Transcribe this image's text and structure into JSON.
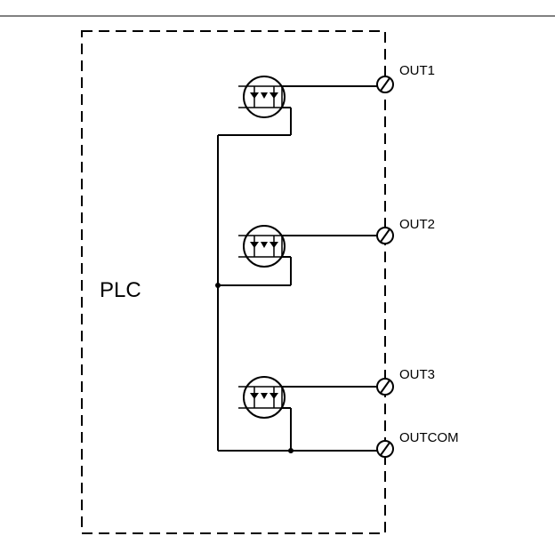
{
  "diagram": {
    "plc_label": "PLC",
    "terminals": [
      "OUT1",
      "OUT2",
      "OUT3",
      "OUTCOM"
    ],
    "component_icon": "solid-state-relay-output-icon",
    "terminal_icon": "screw-terminal-icon",
    "line_color": "#000000",
    "background_color": "#ffffff"
  }
}
